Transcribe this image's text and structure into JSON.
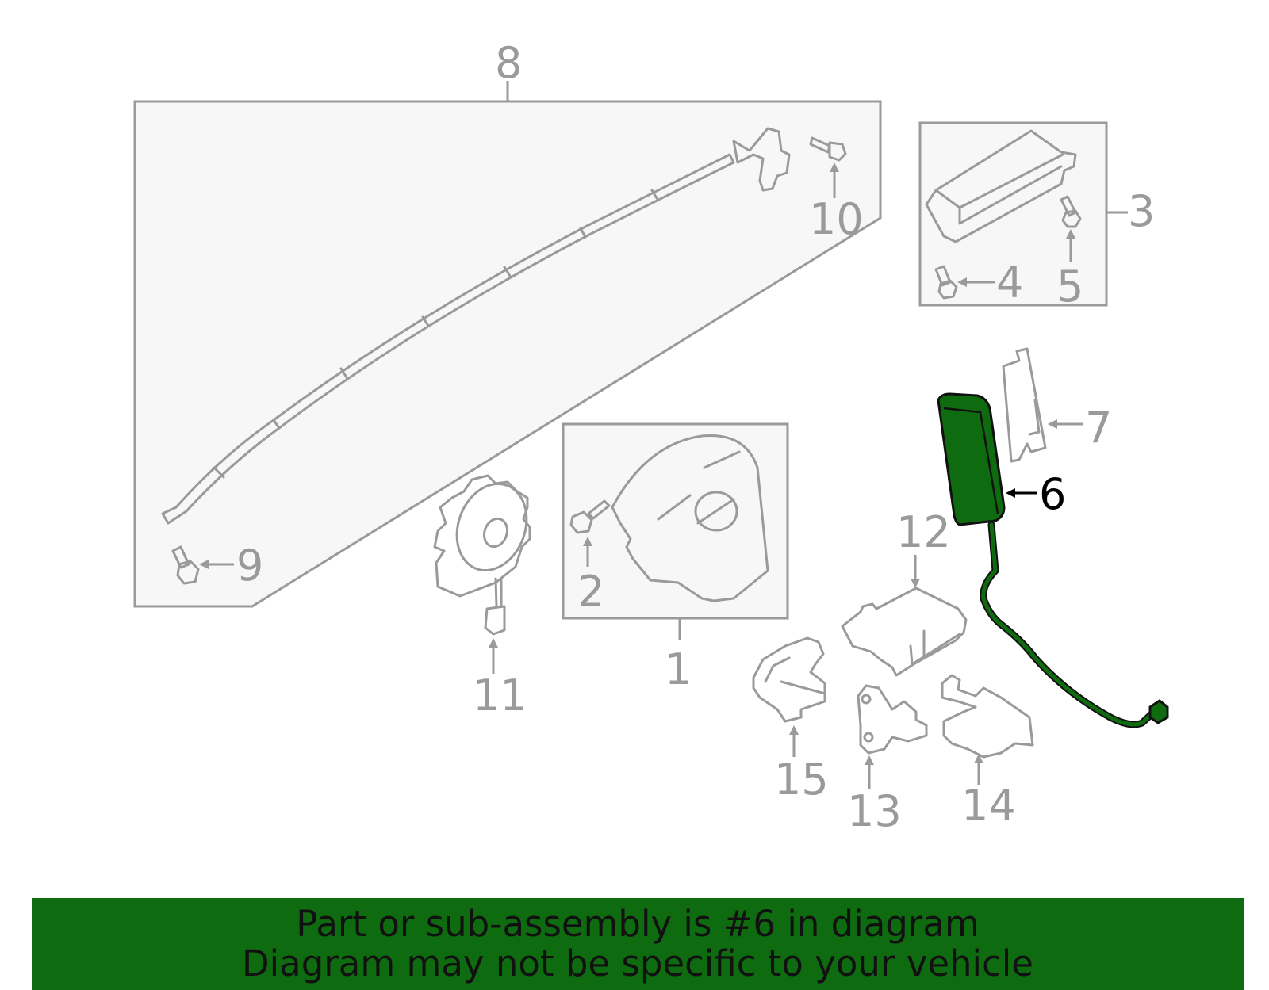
{
  "colors": {
    "highlight": "#0f6b0f",
    "part_line": "#9a9a9a",
    "box_fill": "#f7f7f7",
    "banner_bg": "#0f6b0f",
    "banner_text": "#111111",
    "highlight_callout": "#000000"
  },
  "highlighted_part": "6",
  "callouts": [
    "1",
    "2",
    "3",
    "4",
    "5",
    "6",
    "7",
    "8",
    "9",
    "10",
    "11",
    "12",
    "13",
    "14",
    "15"
  ],
  "banner": {
    "line1": "Part or sub-assembly is #6 in diagram",
    "line2": "Diagram may not be specific to your vehicle"
  }
}
